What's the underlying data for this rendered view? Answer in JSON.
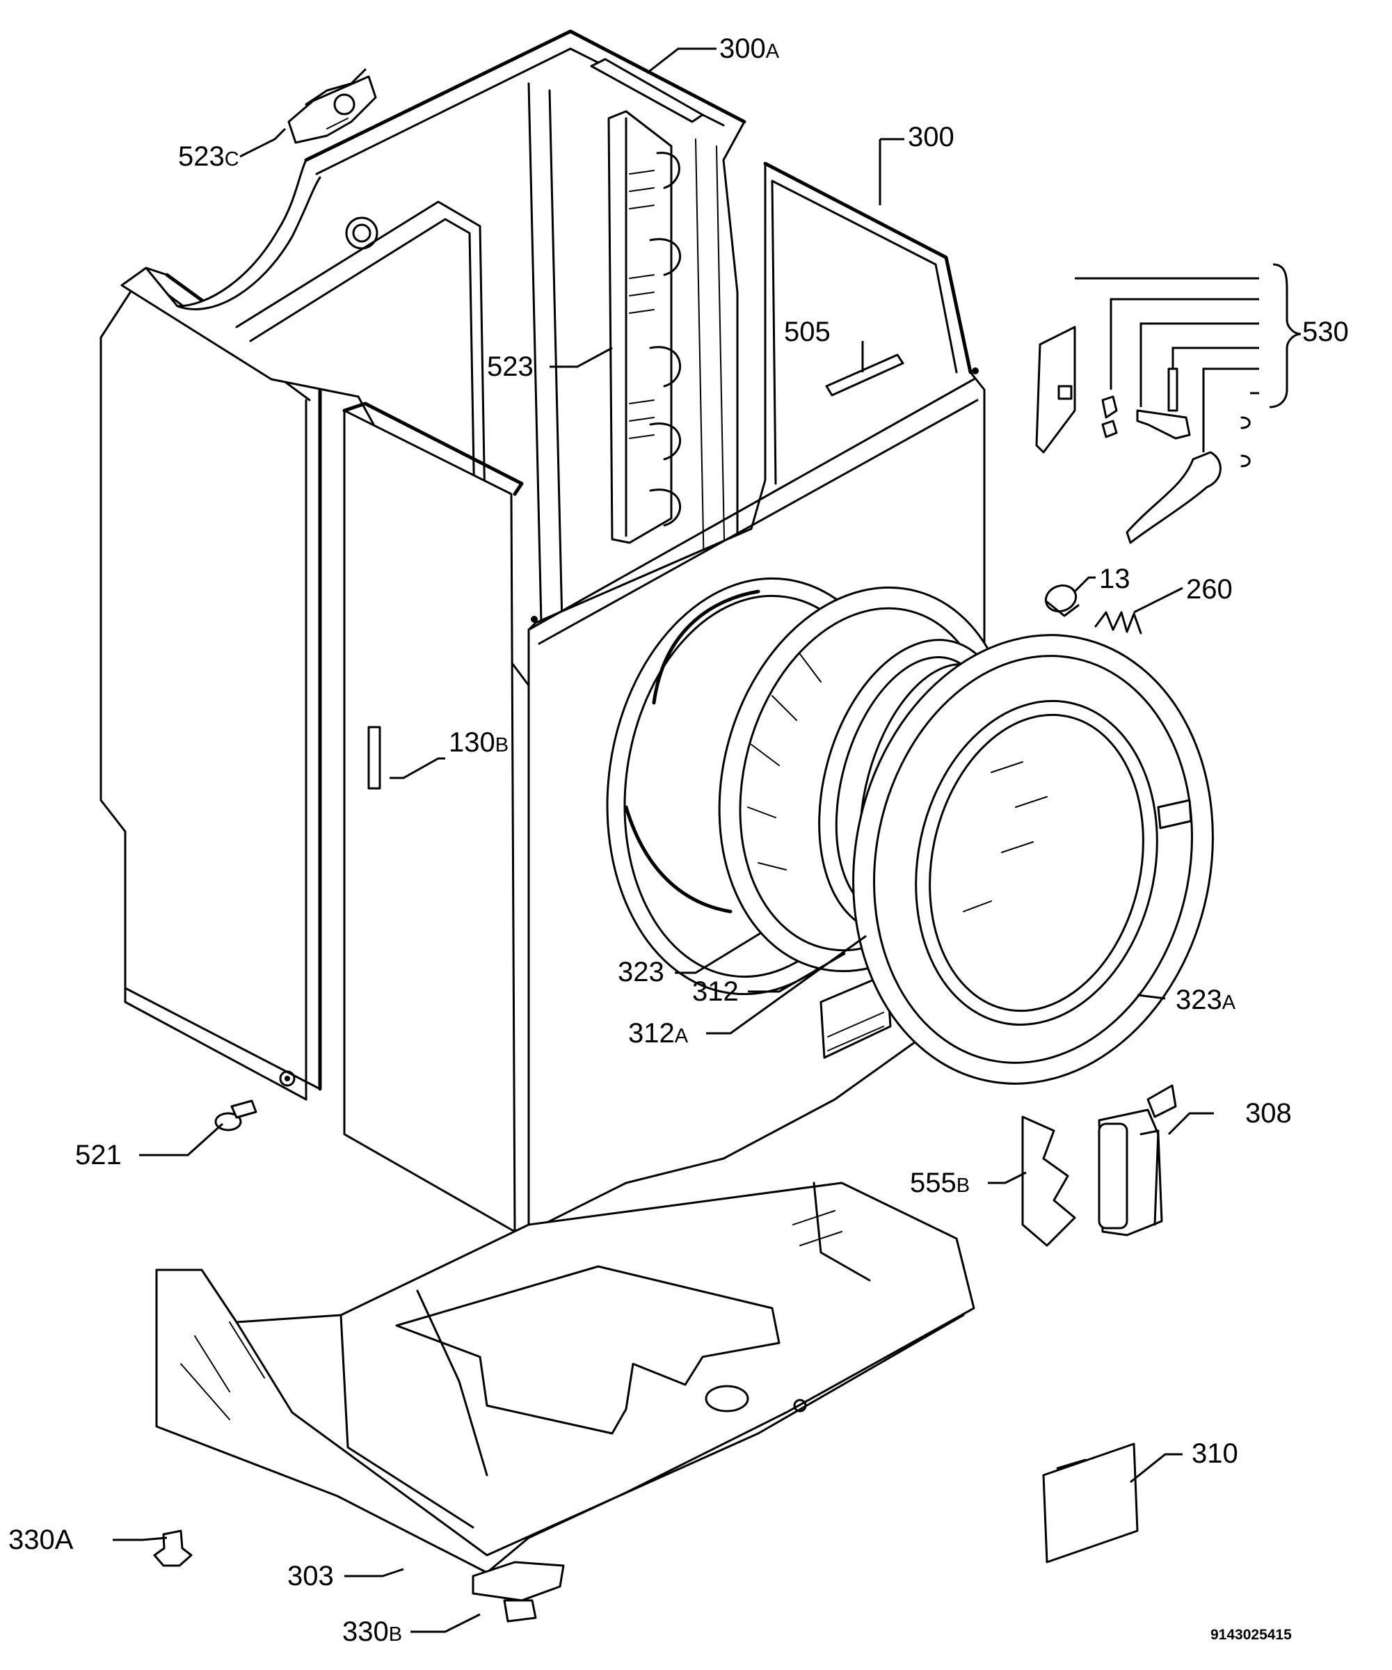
{
  "labels": {
    "l300a": {
      "num": "300",
      "suffix": "A"
    },
    "l523c": {
      "num": "523",
      "suffix": "C"
    },
    "l300": {
      "num": "300",
      "suffix": ""
    },
    "l505": {
      "num": "505",
      "suffix": ""
    },
    "l523": {
      "num": "523",
      "suffix": ""
    },
    "l530": {
      "num": "530",
      "suffix": ""
    },
    "l13": {
      "num": "13",
      "suffix": ""
    },
    "l260": {
      "num": "260",
      "suffix": ""
    },
    "l130b": {
      "num": "130",
      "suffix": "B"
    },
    "l323": {
      "num": "323",
      "suffix": ""
    },
    "l312": {
      "num": "312",
      "suffix": ""
    },
    "l312a": {
      "num": "312",
      "suffix": "A"
    },
    "l323a": {
      "num": "323",
      "suffix": "A"
    },
    "l521": {
      "num": "521",
      "suffix": ""
    },
    "l308": {
      "num": "308",
      "suffix": ""
    },
    "l555b": {
      "num": "555",
      "suffix": "B"
    },
    "l310": {
      "num": "310",
      "suffix": ""
    },
    "l330a": {
      "num": "330A",
      "suffix": ""
    },
    "l303": {
      "num": "303",
      "suffix": ""
    },
    "l330b": {
      "num": "330",
      "suffix": "B"
    }
  },
  "drawing_code": "9143025415"
}
